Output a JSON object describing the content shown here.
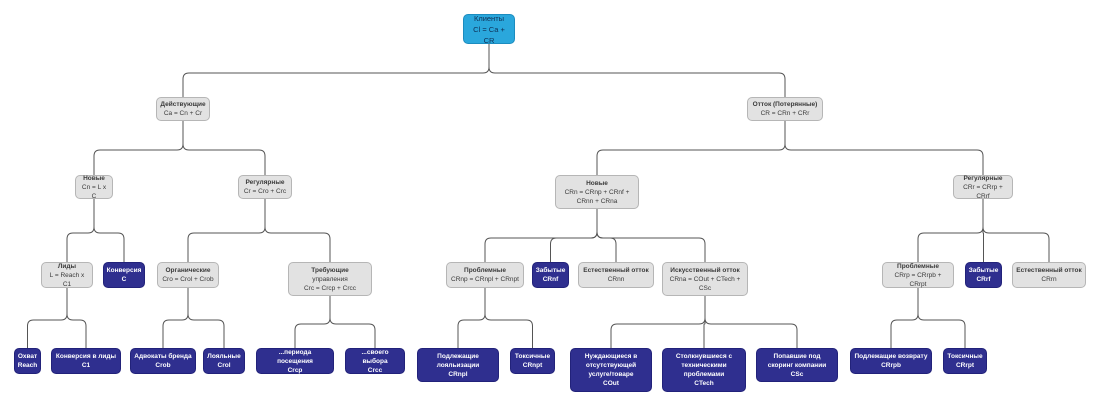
{
  "nodes": [
    {
      "id": "root",
      "lines": [
        "Клиенты",
        "Cl = Ca + CR"
      ],
      "style": "root"
    },
    {
      "id": "active",
      "lines": [
        "Действующие",
        "Ca = Cn + Cr"
      ],
      "style": "grey"
    },
    {
      "id": "churn",
      "lines": [
        "Отток (Потерянные)",
        "CR = CRn + CRr"
      ],
      "style": "grey"
    },
    {
      "id": "new",
      "lines": [
        "Новые",
        "Cn = L x C"
      ],
      "style": "grey"
    },
    {
      "id": "regular",
      "lines": [
        "Регулярные",
        "Cr = Cro + Crc"
      ],
      "style": "grey"
    },
    {
      "id": "leads",
      "lines": [
        "Лиды",
        "L = Reach x C1"
      ],
      "style": "grey"
    },
    {
      "id": "conv_c",
      "lines": [
        "Конверсия",
        "C"
      ],
      "style": "blue"
    },
    {
      "id": "reach",
      "lines": [
        "Охват",
        "Reach"
      ],
      "style": "blue"
    },
    {
      "id": "conv_c1",
      "lines": [
        "Конверсия в лиды",
        "C1"
      ],
      "style": "blue"
    },
    {
      "id": "organic",
      "lines": [
        "Органические",
        "Cro = Crol + Crob"
      ],
      "style": "grey"
    },
    {
      "id": "managed",
      "lines": [
        "Требующие",
        "управления",
        "Crc = Crcp + Crcc"
      ],
      "style": "grey"
    },
    {
      "id": "crob",
      "lines": [
        "Адвокаты бренда",
        "Crob"
      ],
      "style": "blue"
    },
    {
      "id": "crol",
      "lines": [
        "Лояльные",
        "Crol"
      ],
      "style": "blue"
    },
    {
      "id": "crcp",
      "lines": [
        "...периода посещения",
        "Crcp"
      ],
      "style": "blue"
    },
    {
      "id": "crcc",
      "lines": [
        "...своего выбора",
        "Crcc"
      ],
      "style": "blue"
    },
    {
      "id": "crn",
      "lines": [
        "Новые",
        "CRn = CRnp + CRnf +",
        "CRnn + CRna"
      ],
      "style": "grey"
    },
    {
      "id": "crr",
      "lines": [
        "Регулярные",
        "CRr = CRrp + CRrf"
      ],
      "style": "grey"
    },
    {
      "id": "crnp",
      "lines": [
        "Проблемные",
        "CRnp = CRnpl + CRnpt"
      ],
      "style": "grey"
    },
    {
      "id": "crnf",
      "lines": [
        "Забытые",
        "CRnf"
      ],
      "style": "blue"
    },
    {
      "id": "crnn",
      "lines": [
        "Естественный отток",
        "CRnn"
      ],
      "style": "grey"
    },
    {
      "id": "crna",
      "lines": [
        "Искусственный отток",
        "CRna = COut + CTech +",
        "CSc"
      ],
      "style": "grey"
    },
    {
      "id": "crnpl",
      "lines": [
        "Подлежащие",
        "лояльизации",
        "CRnpl"
      ],
      "style": "blue"
    },
    {
      "id": "crnpt",
      "lines": [
        "Токсичные",
        "CRnpt"
      ],
      "style": "blue"
    },
    {
      "id": "cout",
      "lines": [
        "Нуждающиеся в",
        "отсутствующей",
        "услуге/товаре",
        "COut"
      ],
      "style": "blue"
    },
    {
      "id": "ctech",
      "lines": [
        "Столкнувшиеся с",
        "техническими",
        "проблемами",
        "CTech"
      ],
      "style": "blue"
    },
    {
      "id": "csc",
      "lines": [
        "Попавшие под",
        "скоринг компании",
        "CSc"
      ],
      "style": "blue"
    },
    {
      "id": "crrp",
      "lines": [
        "Проблемные",
        "CRrp = CRrpb + CRrpt"
      ],
      "style": "grey"
    },
    {
      "id": "crrf",
      "lines": [
        "Забытые",
        "CRrf"
      ],
      "style": "blue"
    },
    {
      "id": "crrn",
      "lines": [
        "Естественный отток",
        "CRrn"
      ],
      "style": "grey"
    },
    {
      "id": "crrpb",
      "lines": [
        "Подлежащие возврату",
        "CRrpb"
      ],
      "style": "blue"
    },
    {
      "id": "crrpt",
      "lines": [
        "Токсичные",
        "CRrpt"
      ],
      "style": "blue"
    }
  ],
  "edges": [
    [
      "root",
      "active"
    ],
    [
      "root",
      "churn"
    ],
    [
      "active",
      "new"
    ],
    [
      "active",
      "regular"
    ],
    [
      "new",
      "leads"
    ],
    [
      "new",
      "conv_c"
    ],
    [
      "leads",
      "reach"
    ],
    [
      "leads",
      "conv_c1"
    ],
    [
      "regular",
      "organic"
    ],
    [
      "regular",
      "managed"
    ],
    [
      "organic",
      "crob"
    ],
    [
      "organic",
      "crol"
    ],
    [
      "managed",
      "crcp"
    ],
    [
      "managed",
      "crcc"
    ],
    [
      "churn",
      "crn"
    ],
    [
      "churn",
      "crr"
    ],
    [
      "crn",
      "crnp"
    ],
    [
      "crn",
      "crnf"
    ],
    [
      "crn",
      "crnn"
    ],
    [
      "crn",
      "crna"
    ],
    [
      "crnp",
      "crnpl"
    ],
    [
      "crnp",
      "crnpt"
    ],
    [
      "crna",
      "cout"
    ],
    [
      "crna",
      "ctech"
    ],
    [
      "crna",
      "csc"
    ],
    [
      "crr",
      "crrp"
    ],
    [
      "crr",
      "crrf"
    ],
    [
      "crr",
      "crrn"
    ],
    [
      "crrp",
      "crrpb"
    ],
    [
      "crrp",
      "crrpt"
    ]
  ],
  "colors": {
    "line": "#555555",
    "root": "#2aa7dc",
    "grey": "#e2e2e2",
    "blue": "#2f2f8f"
  }
}
